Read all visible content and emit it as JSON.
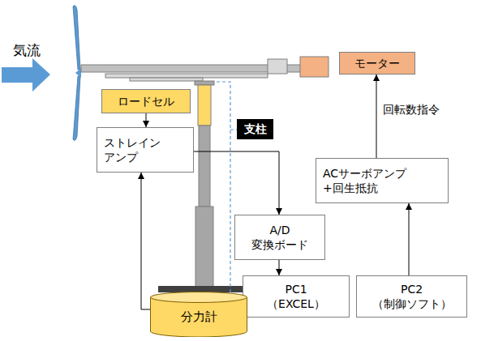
{
  "diagram": {
    "nodes": [
      {
        "text": [
          "ロードセル"
        ]
      },
      {
        "text": [
          "ストレイン アンプ"
        ]
      },
      {
        "text": [
          "モーター"
        ]
      },
      {
        "text": [
          "支柱"
        ]
      },
      {
        "text": [
          "ACサーボアンプ +回生抵抗"
        ]
      },
      {
        "text": [
          "A/D 変換ボード"
        ]
      },
      {
        "text": [
          "PC1 （EXCEL）"
        ]
      },
      {
        "text": [
          "PC2 （制御ソフト）"
        ]
      },
      {
        "text": [
          "分力計"
        ]
      }
    ],
    "edges": [
      {
        "from": 0,
        "to": 1,
        "arrow": "to"
      },
      {
        "from": 8,
        "to": 1,
        "arrow": "to"
      },
      {
        "from": 1,
        "to": 5,
        "arrow": "to"
      },
      {
        "from": 5,
        "to": 6,
        "arrow": "to"
      },
      {
        "from": 7,
        "to": 4,
        "arrow": "to"
      },
      {
        "from": 4,
        "to": 2,
        "label": "回転数指令",
        "arrow": "to"
      }
    ],
    "labels": [
      "気流"
    ]
  }
}
